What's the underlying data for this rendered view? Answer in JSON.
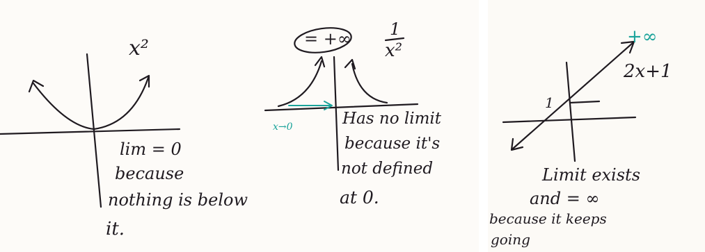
{
  "panel1": {
    "function_label": "x²",
    "note_lines": [
      "lim = 0",
      "because",
      "nothing is below",
      "it."
    ]
  },
  "panel2": {
    "limit_label": "= +∞",
    "fraction_num": "1",
    "fraction_den": "x²",
    "arrow_label": "x→0",
    "note_lines": [
      "Has no limit",
      "because it's",
      "not defined",
      "at 0."
    ]
  },
  "panel3": {
    "limit_label": "+∞",
    "function_label": "2x+1",
    "intercept_label": "1",
    "note_lines": [
      "Limit exists",
      "and = ∞",
      "because it keeps",
      "going"
    ]
  },
  "colors": {
    "ink": "#1f1a20",
    "teal": "#1aa39a",
    "paper": "#fdfbf8"
  }
}
